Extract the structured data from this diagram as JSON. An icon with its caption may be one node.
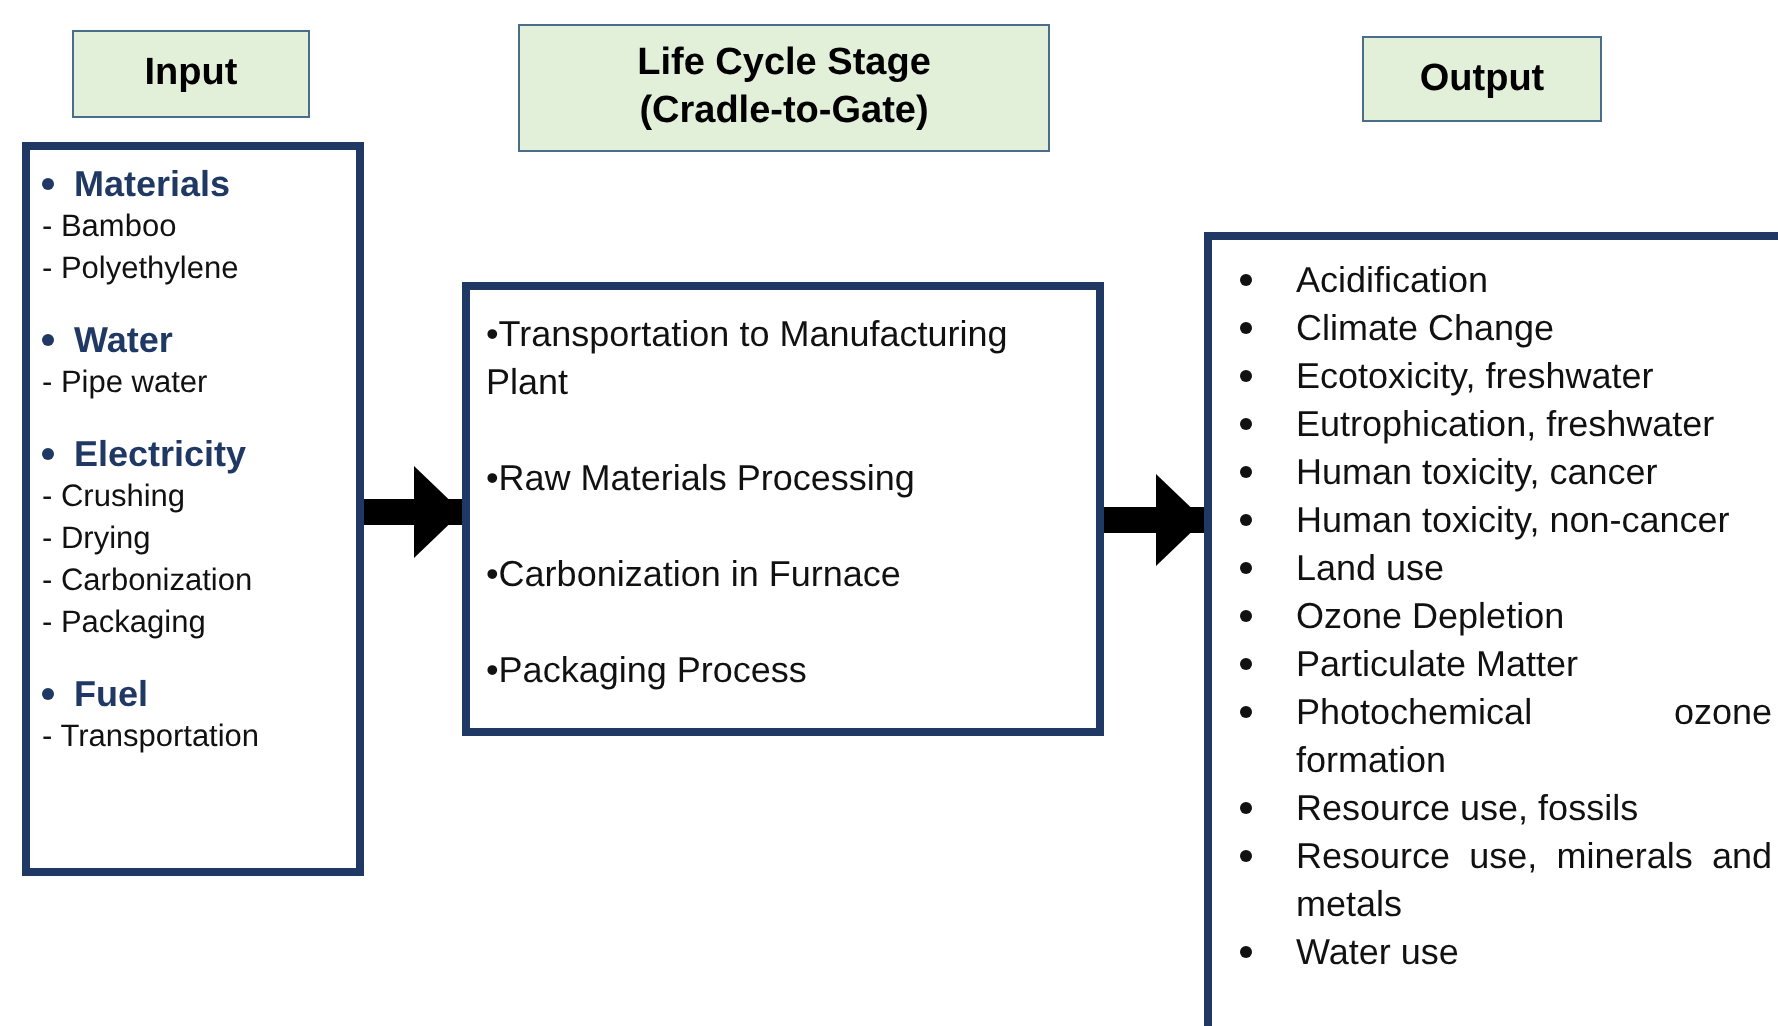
{
  "diagram": {
    "nodes": [
      {
        "text": [
          "Input"
        ]
      },
      {
        "text": [
          "Life Cycle Stage (Cradle-to-Gate)"
        ]
      },
      {
        "text": [
          "Output"
        ]
      },
      {
        "text": [
          "Materials",
          "- Bamboo",
          "- Polyethylene",
          "Water",
          "- Pipe water",
          "Electricity",
          "- Crushing",
          "- Drying",
          "- Carbonization",
          "- Packaging",
          "Fuel",
          "- Transportation"
        ]
      },
      {
        "text": [
          "•Transportation to Manufacturing Plant",
          "•Raw Materials Processing",
          "•Carbonization in Furnace",
          "•Packaging Process"
        ]
      },
      {
        "text": [
          "Acidification",
          "Climate Change",
          "Ecotoxicity, freshwater",
          "Eutrophication, freshwater",
          "Human toxicity, cancer",
          "Human toxicity, non-cancer",
          "Land use",
          "Ozone Depletion",
          "Particulate Matter",
          "Photochemical ozone formation",
          "Resource use, fossils",
          "Resource use, minerals and metals",
          "Water use"
        ]
      }
    ],
    "edges": [
      {
        "from": 3,
        "to": 4,
        "arrow": "to"
      },
      {
        "from": 4,
        "to": 5,
        "arrow": "to"
      }
    ]
  }
}
